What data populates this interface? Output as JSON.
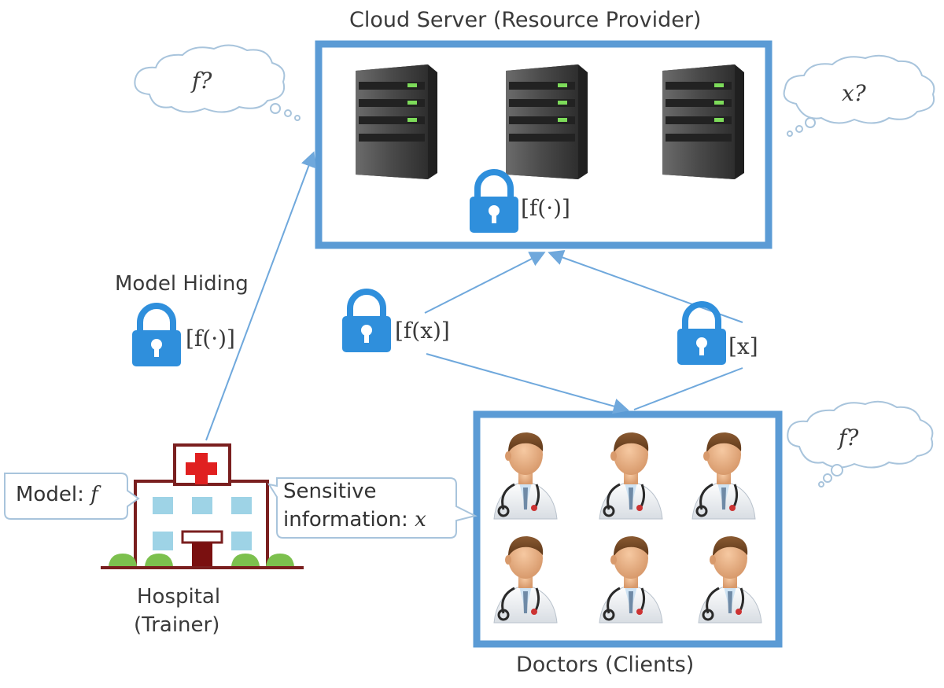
{
  "cloud": {
    "title": "Cloud Server (Resource Provider)",
    "lock_label": "[f(·)]"
  },
  "doctors": {
    "title": "Doctors (Clients)"
  },
  "hospital": {
    "line1": "Hospital",
    "line2": "(Trainer)"
  },
  "model_hiding": {
    "title": "Model Hiding",
    "lock_label": "[f(·)]"
  },
  "flows": {
    "fx_label": "[f(x)]",
    "x_label": "[x]"
  },
  "callouts": {
    "model": {
      "prefix": "Model: ",
      "var": "f"
    },
    "sensitive": {
      "line1": "Sensitive",
      "line2_prefix": "information: ",
      "line2_var": "x"
    }
  },
  "thoughts": {
    "left": "f?",
    "right": "x?",
    "doctors": "f?"
  },
  "colors": {
    "frame_blue": "#5b9bd5",
    "lock_blue": "#2f8fdc",
    "arrow_blue": "#6fa8dc",
    "hospital_red": "#e02020",
    "hospital_outline": "#7a1f1f"
  }
}
